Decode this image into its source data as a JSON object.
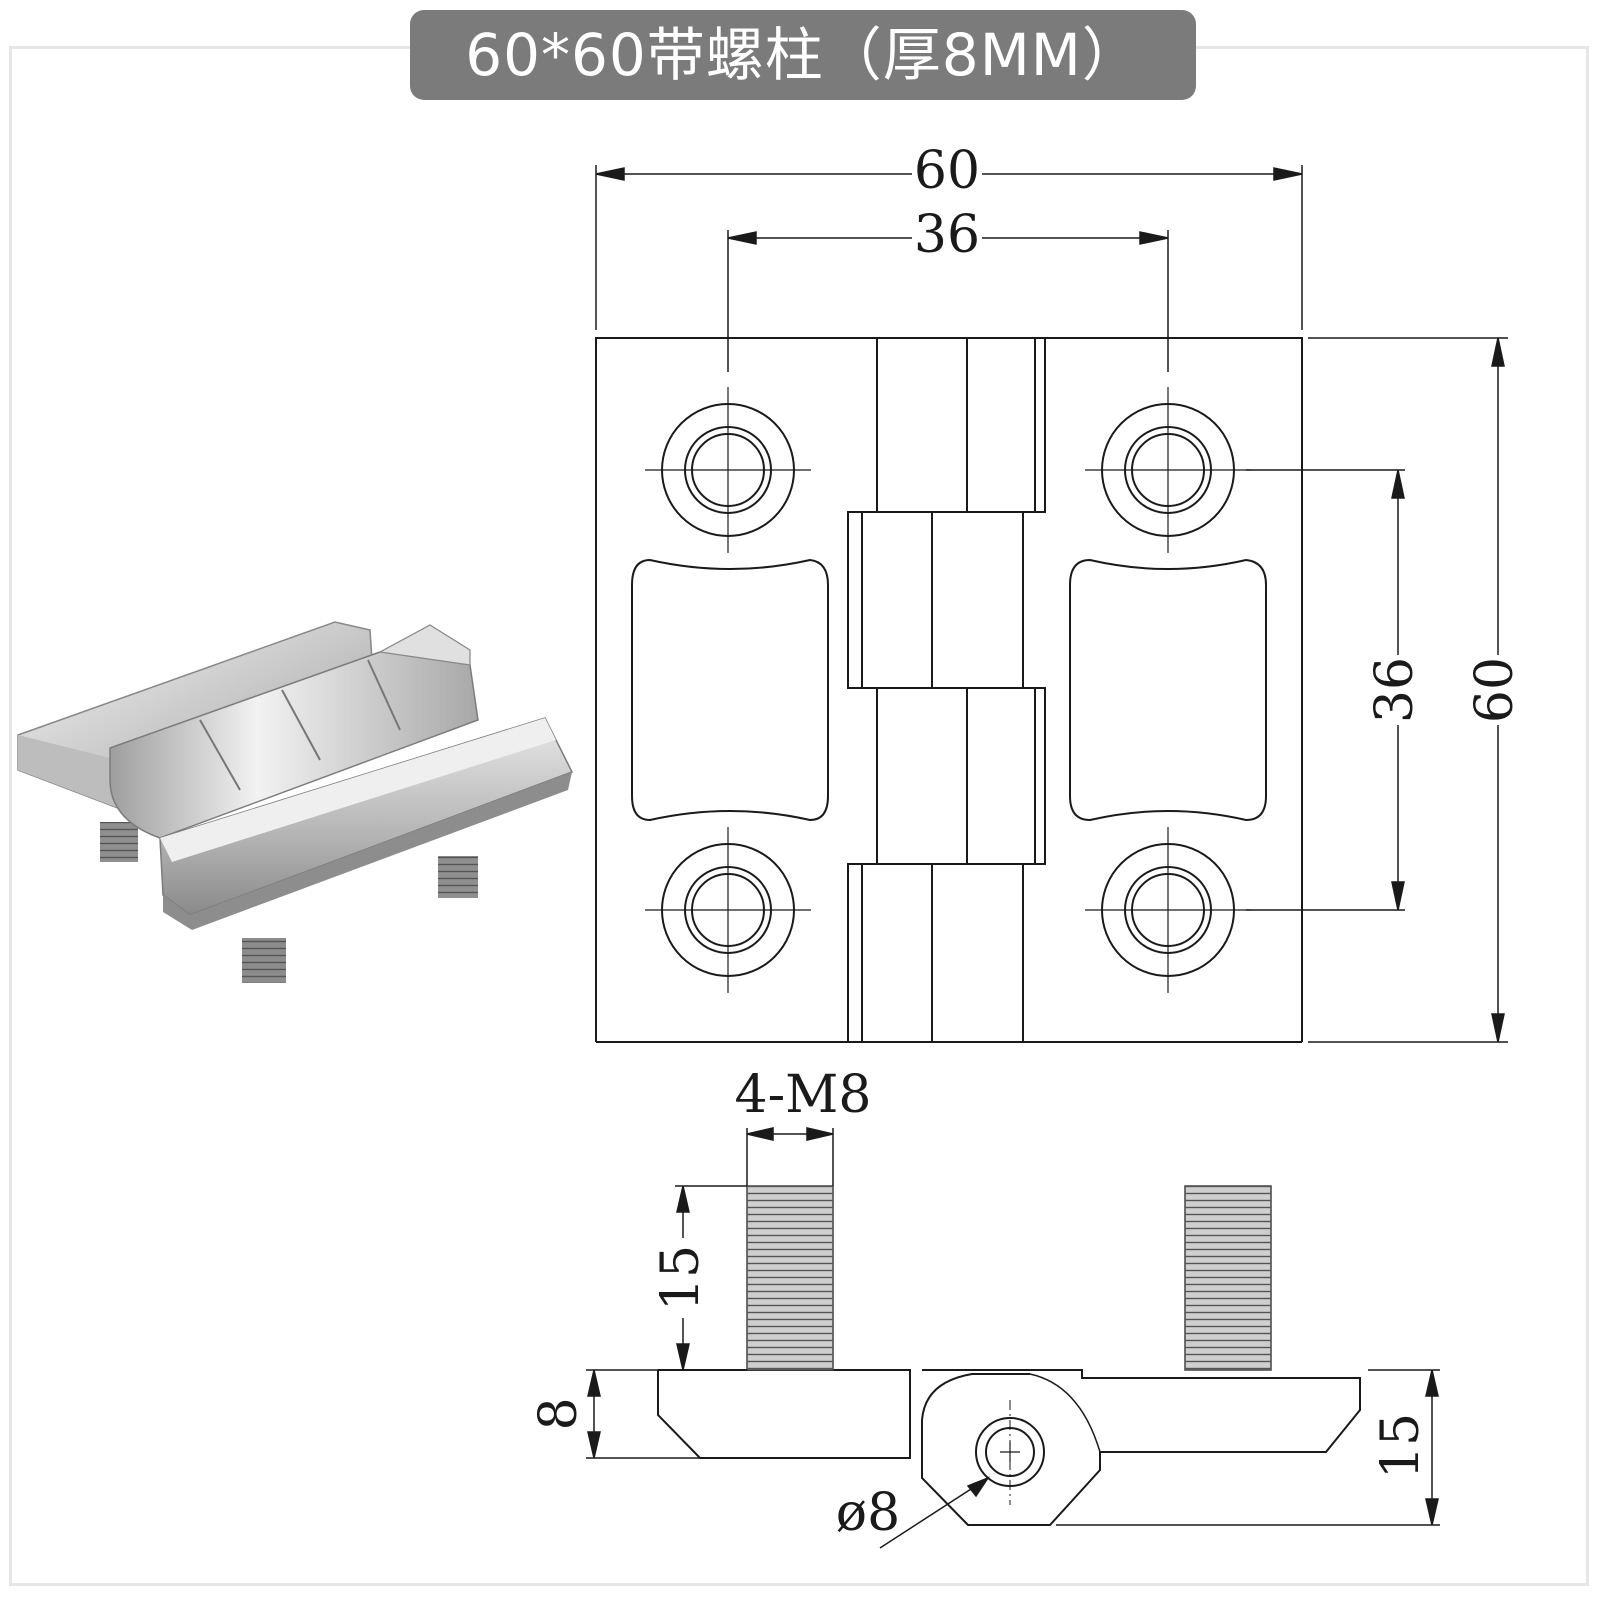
{
  "title": "60*60带螺柱（厚8MM）",
  "dimensions": {
    "overall_width": "60",
    "hole_spacing_horizontal": "36",
    "hole_spacing_vertical": "36",
    "overall_height": "60",
    "thread_spec": "4-M8",
    "stud_length": "15",
    "plate_thickness": "8",
    "knuckle_height": "15",
    "pin_diameter": "ø8"
  },
  "colors": {
    "title_background": "#7b7b7b",
    "title_text": "#ffffff",
    "line": "#1a1a1a",
    "frame": "#e6e6e6"
  }
}
